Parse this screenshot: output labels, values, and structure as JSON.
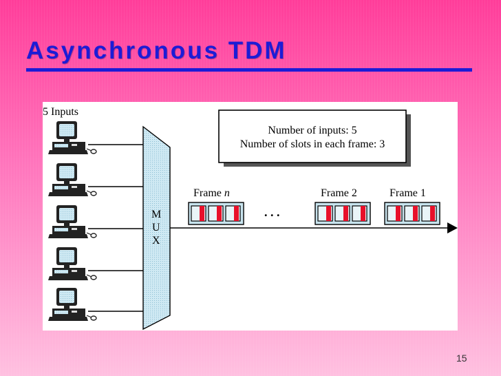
{
  "slide": {
    "title": "Asynchronous TDM",
    "page_number": "15",
    "title_color": "#1c1cd6"
  },
  "diagram": {
    "inputs_label": "5 Inputs",
    "input_count": 5,
    "mux_letters": [
      "M",
      "U",
      "X"
    ],
    "info_box": {
      "line1": "Number of inputs: 5",
      "line2": "Number of slots in each frame: 3"
    },
    "frames": [
      {
        "label_text": "Frame ",
        "label_var": "n",
        "slots": 3
      },
      {
        "label_text": "Frame 2",
        "label_var": "",
        "slots": 3
      },
      {
        "label_text": "Frame 1",
        "label_var": "",
        "slots": 3
      }
    ],
    "ellipsis": ". . .",
    "colors": {
      "slot_fill": "#e8102a",
      "frame_fill": "#c8e4ee",
      "mux_fill": "#b8dcea"
    },
    "icons": [
      "computer-icon"
    ]
  }
}
